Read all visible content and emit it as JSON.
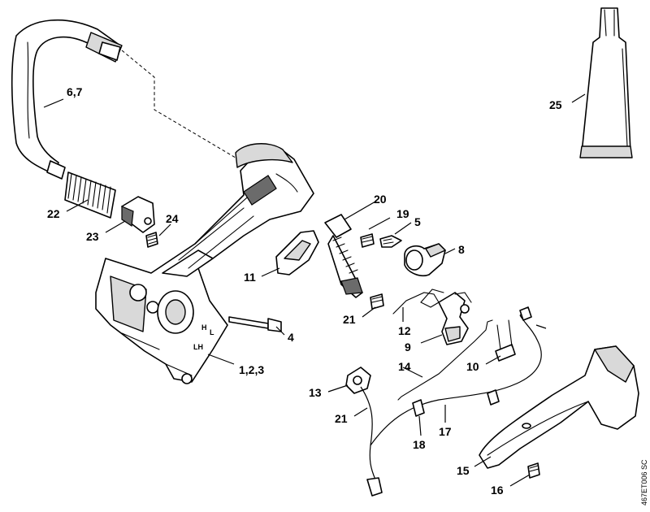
{
  "callouts": [
    {
      "id": "c-6-7",
      "label": "6,7"
    },
    {
      "id": "c-25",
      "label": "25"
    },
    {
      "id": "c-20",
      "label": "20"
    },
    {
      "id": "c-19",
      "label": "19"
    },
    {
      "id": "c-5",
      "label": "5"
    },
    {
      "id": "c-8",
      "label": "8"
    },
    {
      "id": "c-22",
      "label": "22"
    },
    {
      "id": "c-23",
      "label": "23"
    },
    {
      "id": "c-24",
      "label": "24"
    },
    {
      "id": "c-11",
      "label": "11"
    },
    {
      "id": "c-21a",
      "label": "21"
    },
    {
      "id": "c-12",
      "label": "12"
    },
    {
      "id": "c-4",
      "label": "4"
    },
    {
      "id": "c-9",
      "label": "9"
    },
    {
      "id": "c-10",
      "label": "10"
    },
    {
      "id": "c-1-2-3",
      "label": "1,2,3"
    },
    {
      "id": "c-14",
      "label": "14"
    },
    {
      "id": "c-13",
      "label": "13"
    },
    {
      "id": "c-17",
      "label": "17"
    },
    {
      "id": "c-21b",
      "label": "21"
    },
    {
      "id": "c-18",
      "label": "18"
    },
    {
      "id": "c-15",
      "label": "15"
    },
    {
      "id": "c-16",
      "label": "16"
    }
  ],
  "housing_markings": {
    "h": "H",
    "l": "L",
    "lh": "LH"
  },
  "document_id": "467ET006 SC"
}
